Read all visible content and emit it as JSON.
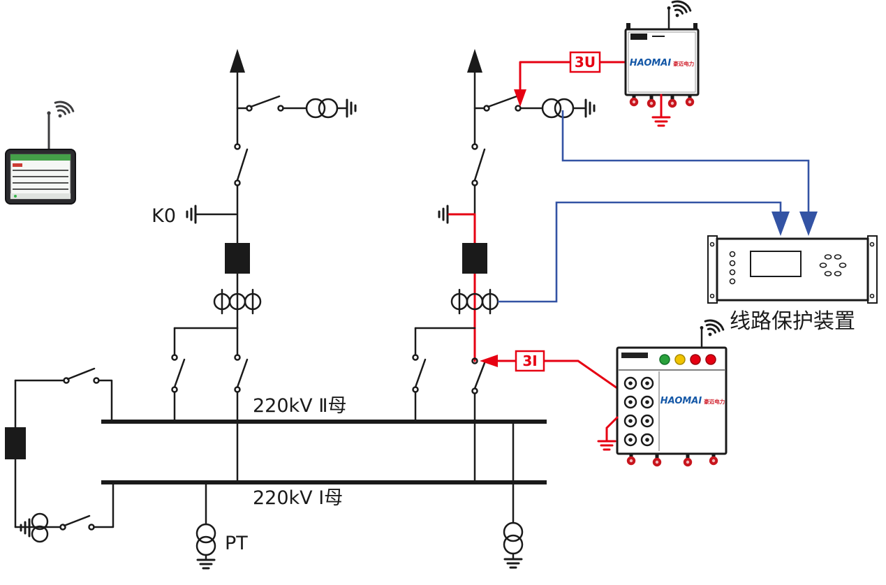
{
  "labels": {
    "k0": "K0",
    "bus_2": "220kV Ⅱ母",
    "bus_1": "220kV Ⅰ母",
    "pt": "PT",
    "protection_device": "线路保护装置"
  },
  "tags": {
    "voltage_injection": "3U",
    "current_injection": "3I"
  },
  "carts": {
    "voltage_source": {
      "brand": "HAOMAI",
      "brand_cn": "豪迈电力"
    },
    "current_source": {
      "brand": "HAOMAI",
      "brand_cn": "豪迈电力"
    }
  },
  "colors": {
    "injection_red": "#e60012",
    "secondary_wire_blue": "#3353a4",
    "diagram_black": "#1a1a1a",
    "caster_red": "#c8151d",
    "button_green": "#2aa13c",
    "button_yellow": "#f0c300",
    "brand_blue": "#1558a7"
  },
  "icons": {
    "wifi": "wifi-signal-arcs",
    "antenna": "vertical-rod",
    "ground": "three-bar-earth",
    "feeder_arrow": "filled-triangle-up",
    "injection_arrow": "filled-triangle-red",
    "secondary_arrow": "filled-triangle-down-blue"
  }
}
